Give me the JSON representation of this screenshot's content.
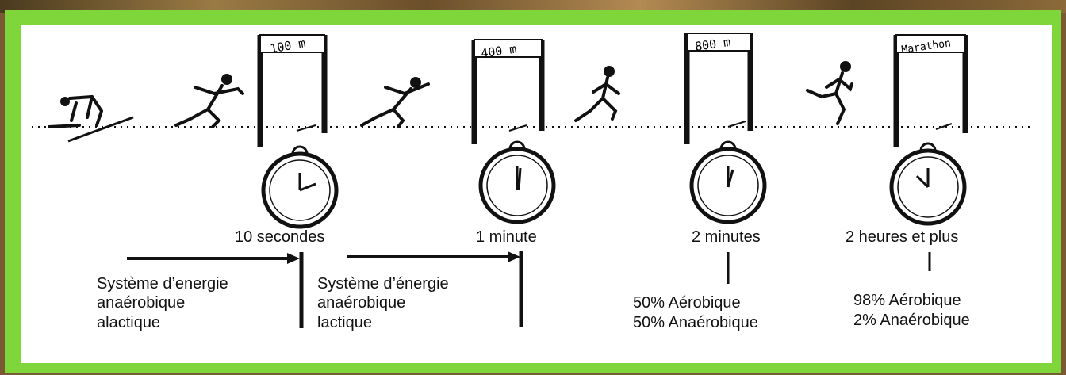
{
  "gates": [
    "100 m",
    "400 m",
    "800 m",
    "Marathon"
  ],
  "times": [
    "10 secondes",
    "1 minute",
    "2 minutes",
    "2 heures et plus"
  ],
  "system1": [
    "Système d’energie",
    "anaérobique",
    "alactique"
  ],
  "system2": [
    "Système d’énergie",
    "anaérobique",
    "lactique"
  ],
  "mix800": [
    "50% Aérobique",
    "50% Anaérobique"
  ],
  "mixMarathon": [
    "98% Aérobique",
    "2% Anaérobique"
  ],
  "colors": {
    "frame": "#7ed63b",
    "ink": "#111111",
    "panel": "#ffffff"
  }
}
